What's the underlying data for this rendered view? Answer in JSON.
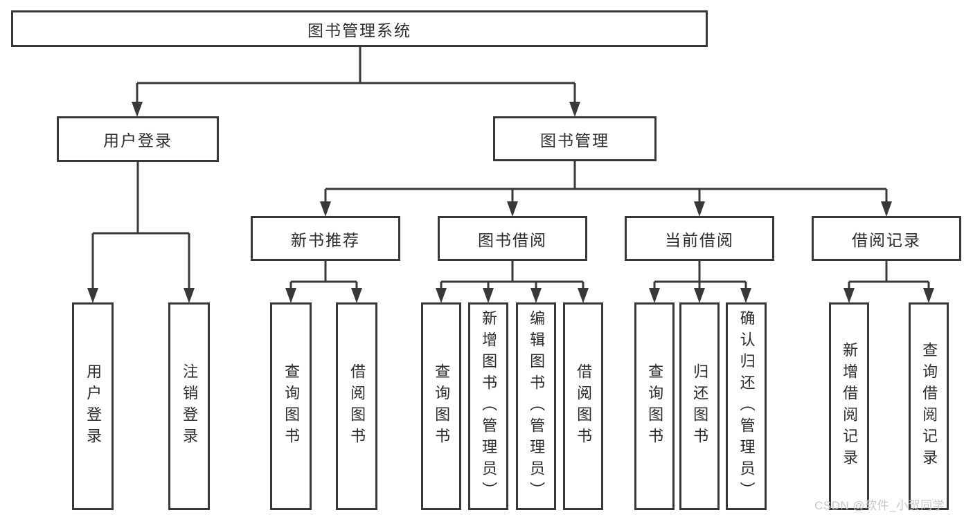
{
  "diagram": {
    "type": "hierarchy-tree",
    "tree": {
      "root": {
        "label": "图书管理系统"
      },
      "branches": [
        {
          "label": "用户登录",
          "children": [
            {
              "label": "用户登录"
            },
            {
              "label": "注销登录"
            }
          ]
        },
        {
          "label": "图书管理",
          "children": [
            {
              "label": "新书推荐",
              "children": [
                {
                  "label": "查询图书"
                },
                {
                  "label": "借阅图书"
                }
              ]
            },
            {
              "label": "图书借阅",
              "children": [
                {
                  "label": "查询图书"
                },
                {
                  "label": "新增图书（管理员）"
                },
                {
                  "label": "编辑图书（管理员）"
                },
                {
                  "label": "借阅图书"
                }
              ]
            },
            {
              "label": "当前借阅",
              "children": [
                {
                  "label": "查询图书"
                },
                {
                  "label": "归还图书"
                },
                {
                  "label": "确认归还（管理员）"
                }
              ]
            },
            {
              "label": "借阅记录",
              "children": [
                {
                  "label": "新增借阅记录"
                },
                {
                  "label": "查询借阅记录"
                }
              ]
            }
          ]
        }
      ]
    },
    "colors": {
      "line": "#383838",
      "box_border": "#383838",
      "box_fill": "#ffffff",
      "text": "#2d2d2d",
      "watermark": "#c9c9c9",
      "background": "#ffffff"
    }
  },
  "watermark": "CSDN @软件_小贺同学"
}
